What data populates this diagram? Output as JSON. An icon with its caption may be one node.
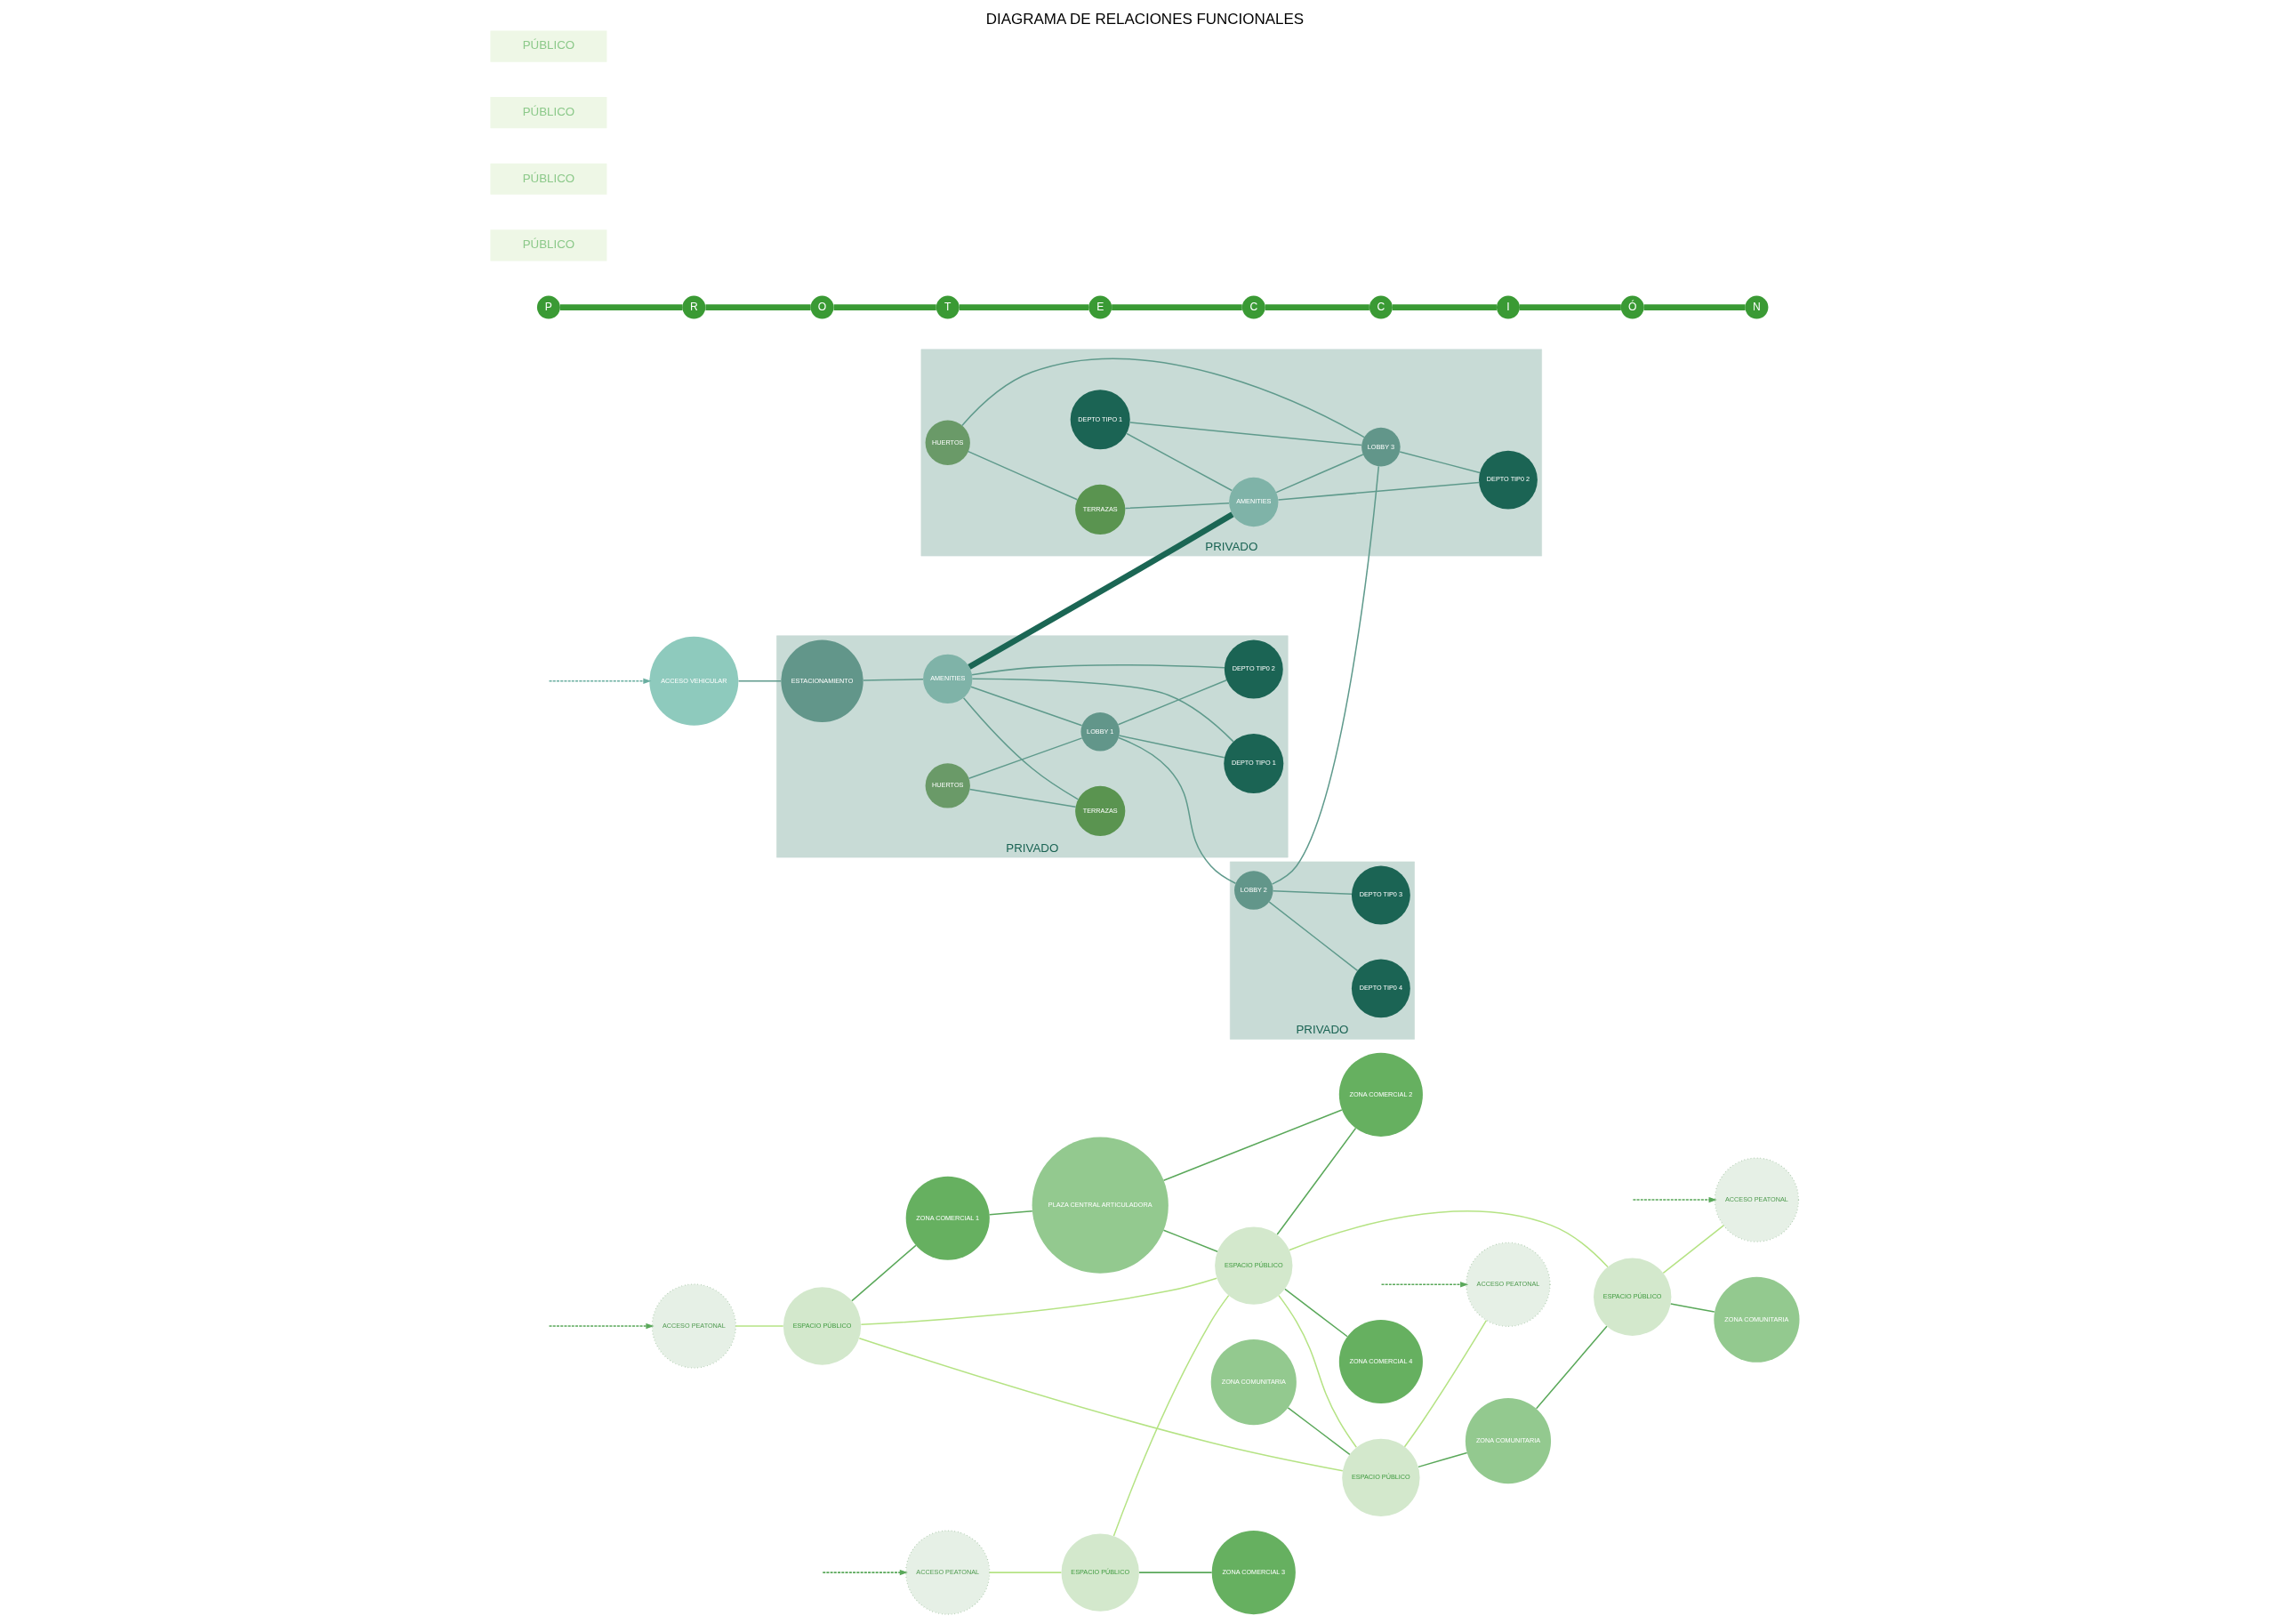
{
  "diagram": {
    "title": "DIAGRAMA DE RELACIONES FUNCIONALES",
    "nodes": [
      {
        "text": [
          "ACCESO PEATONAL"
        ]
      },
      {
        "text": [
          "ESPACIO PÚBLICO"
        ]
      },
      {
        "text": [
          "ACCESO VEHICULAR"
        ]
      },
      {
        "text": [
          "ZONA COMERCIAL 1"
        ]
      },
      {
        "text": [
          "PLAZA CENTRAL ARTICULADORA"
        ]
      },
      {
        "text": [
          "ACCESO PEATONAL"
        ]
      },
      {
        "text": [
          "ESPACIO PÚBLICO"
        ]
      },
      {
        "text": [
          "ZONA COMERCIAL 3"
        ]
      },
      {
        "text": [
          "ESPACIO PÚBLICO"
        ]
      },
      {
        "text": [
          "ZONA COMERCIAL 2"
        ]
      },
      {
        "text": [
          "ZONA COMERCIAL 4"
        ]
      },
      {
        "text": [
          "PRIVADO"
        ]
      },
      {
        "text": [
          "ESTACIONAMIENTO"
        ],
        "in": 11
      },
      {
        "text": [
          "HUERTOS"
        ],
        "in": 11
      },
      {
        "text": [
          "AMENITIES"
        ],
        "in": 11
      },
      {
        "text": [
          "TERRAZAS"
        ],
        "in": 11
      },
      {
        "text": [
          "LOBBY 1"
        ],
        "in": 11
      },
      {
        "text": [
          "DEPTO TIPO 1"
        ],
        "in": 11
      },
      {
        "text": [
          "DEPTO TIP0 2"
        ],
        "in": 11
      },
      {
        "text": [
          "PRIVADO"
        ]
      },
      {
        "text": [
          "HUERTOS"
        ],
        "in": 19
      },
      {
        "text": [
          "DEPTO TIPO 1"
        ],
        "in": 19
      },
      {
        "text": [
          "TERRAZAS"
        ],
        "in": 19
      },
      {
        "text": [
          "AMENITIES"
        ],
        "in": 19
      },
      {
        "text": [
          "LOBBY 3"
        ],
        "in": 19
      },
      {
        "text": [
          "DEPTO TIP0 2"
        ],
        "in": 19
      },
      {
        "text": [
          "PRIVADO"
        ]
      },
      {
        "text": [
          "LOBBY 2"
        ],
        "in": 26
      },
      {
        "text": [
          "DEPTO TIP0 4"
        ],
        "in": 26
      },
      {
        "text": [
          "DEPTO TIP0 3"
        ],
        "in": 26
      },
      {
        "text": [
          "ZONA COMUNITARIA"
        ]
      },
      {
        "text": [
          "ESPACIO PÚBLICO"
        ]
      },
      {
        "text": [
          "ACCESO PEATONAL"
        ]
      },
      {
        "text": [
          "ZONA COMUNITARIA"
        ]
      },
      {
        "text": [
          "ESPACIO PÚBLICO"
        ]
      },
      {
        "text": [
          "ACCESO PEATONAL"
        ]
      },
      {
        "text": [
          "ZONA COMUNITARIA"
        ]
      },
      {
        "text": [
          "P"
        ]
      },
      {
        "text": [
          "R"
        ]
      },
      {
        "text": [
          "O"
        ]
      },
      {
        "text": [
          "T"
        ]
      },
      {
        "text": [
          "E"
        ]
      },
      {
        "text": [
          "C"
        ]
      },
      {
        "text": [
          "C"
        ]
      },
      {
        "text": [
          "I"
        ]
      },
      {
        "text": [
          "Ó"
        ]
      },
      {
        "text": [
          "N"
        ]
      },
      {
        "text": [
          "PÚBLICO"
        ]
      },
      {
        "text": [
          "PÚBLICO"
        ]
      },
      {
        "text": [
          "PÚBLICO"
        ]
      },
      {
        "text": [
          "PÚBLICO"
        ]
      }
    ],
    "edges": [
      {
        "from": null,
        "to": 0,
        "arrow": "to",
        "style": "dashed",
        "color": "#5aa85a"
      },
      {
        "from": null,
        "to": 2,
        "arrow": "to",
        "style": "dashed",
        "color": "#6aaea0"
      },
      {
        "from": null,
        "to": 5,
        "arrow": "to",
        "style": "dashed",
        "color": "#5aa85a"
      },
      {
        "from": null,
        "to": 32,
        "arrow": "to",
        "style": "dashed",
        "color": "#5aa85a"
      },
      {
        "from": null,
        "to": 35,
        "arrow": "to",
        "style": "dashed",
        "color": "#5aa85a"
      },
      {
        "from": 0,
        "to": 1,
        "arrow": "none",
        "color": "#b5e384"
      },
      {
        "from": 1,
        "to": 3,
        "arrow": "none",
        "color": "#5aa85a"
      },
      {
        "from": 1,
        "to": 8,
        "arrow": "none",
        "color": "#b5e384"
      },
      {
        "from": 1,
        "to": 31,
        "arrow": "none",
        "color": "#b5e384"
      },
      {
        "from": 3,
        "to": 4,
        "arrow": "none",
        "color": "#5aa85a"
      },
      {
        "from": 4,
        "to": 8,
        "arrow": "none",
        "color": "#5aa85a"
      },
      {
        "from": 4,
        "to": 9,
        "arrow": "none",
        "color": "#5aa85a"
      },
      {
        "from": 5,
        "to": 6,
        "arrow": "none",
        "color": "#b5e384"
      },
      {
        "from": 6,
        "to": 7,
        "arrow": "none",
        "color": "#5aa85a"
      },
      {
        "from": 6,
        "to": 8,
        "arrow": "none",
        "color": "#b5e384"
      },
      {
        "from": 8,
        "to": 9,
        "arrow": "none",
        "color": "#5aa85a"
      },
      {
        "from": 8,
        "to": 10,
        "arrow": "none",
        "color": "#5aa85a"
      },
      {
        "from": 8,
        "to": 31,
        "arrow": "none",
        "color": "#b5e384"
      },
      {
        "from": 8,
        "to": 34,
        "arrow": "none",
        "color": "#b5e384"
      },
      {
        "from": 31,
        "to": 32,
        "arrow": "none",
        "color": "#b5e384"
      },
      {
        "from": 34,
        "to": 35,
        "arrow": "none",
        "color": "#b5e384"
      },
      {
        "from": 30,
        "to": 31,
        "arrow": "none",
        "color": "#5aa85a"
      },
      {
        "from": 31,
        "to": 33,
        "arrow": "none",
        "color": "#5aa85a"
      },
      {
        "from": 33,
        "to": 34,
        "arrow": "none",
        "color": "#5aa85a"
      },
      {
        "from": 34,
        "to": 36,
        "arrow": "none",
        "color": "#5aa85a"
      },
      {
        "from": 14,
        "to": 23,
        "arrow": "none",
        "style": "thick",
        "color": "#1b6654"
      },
      {
        "from": 16,
        "to": 27,
        "arrow": "none"
      },
      {
        "from": 27,
        "to": 24,
        "arrow": "none"
      },
      {
        "from": 2,
        "to": 12,
        "arrow": "none"
      },
      {
        "from": 12,
        "to": 14,
        "arrow": "none"
      },
      {
        "from": 13,
        "to": 15,
        "arrow": "none"
      },
      {
        "from": 13,
        "to": 16,
        "arrow": "none"
      },
      {
        "from": 14,
        "to": 15,
        "arrow": "none"
      },
      {
        "from": 14,
        "to": 17,
        "arrow": "none"
      },
      {
        "from": 14,
        "to": 18,
        "arrow": "none"
      },
      {
        "from": 14,
        "to": 16,
        "arrow": "none"
      },
      {
        "from": 16,
        "to": 17,
        "arrow": "none"
      },
      {
        "from": 16,
        "to": 18,
        "arrow": "none"
      },
      {
        "from": 20,
        "to": 22,
        "arrow": "none"
      },
      {
        "from": 20,
        "to": 24,
        "arrow": "none"
      },
      {
        "from": 21,
        "to": 23,
        "arrow": "none"
      },
      {
        "from": 21,
        "to": 24,
        "arrow": "none"
      },
      {
        "from": 22,
        "to": 23,
        "arrow": "none"
      },
      {
        "from": 23,
        "to": 24,
        "arrow": "none"
      },
      {
        "from": 23,
        "to": 25,
        "arrow": "none"
      },
      {
        "from": 24,
        "to": 25,
        "arrow": "none"
      },
      {
        "from": 27,
        "to": 28,
        "arrow": "none"
      },
      {
        "from": 27,
        "to": 29,
        "arrow": "none"
      },
      {
        "from": 37,
        "to": 38,
        "arrow": "none",
        "style": "thick",
        "color": "#3a9a34"
      },
      {
        "from": 38,
        "to": 39,
        "arrow": "none",
        "style": "thick",
        "color": "#3a9a34"
      },
      {
        "from": 39,
        "to": 40,
        "arrow": "none",
        "style": "thick",
        "color": "#3a9a34"
      },
      {
        "from": 40,
        "to": 41,
        "arrow": "none",
        "style": "thick",
        "color": "#3a9a34"
      },
      {
        "from": 41,
        "to": 42,
        "arrow": "none",
        "style": "thick",
        "color": "#3a9a34"
      },
      {
        "from": 42,
        "to": 43,
        "arrow": "none",
        "style": "thick",
        "color": "#3a9a34"
      },
      {
        "from": 43,
        "to": 44,
        "arrow": "none",
        "style": "thick",
        "color": "#3a9a34"
      },
      {
        "from": 44,
        "to": 45,
        "arrow": "none",
        "style": "thick",
        "color": "#3a9a34"
      },
      {
        "from": 45,
        "to": 46,
        "arrow": "none",
        "style": "thick",
        "color": "#3a9a34"
      }
    ]
  }
}
